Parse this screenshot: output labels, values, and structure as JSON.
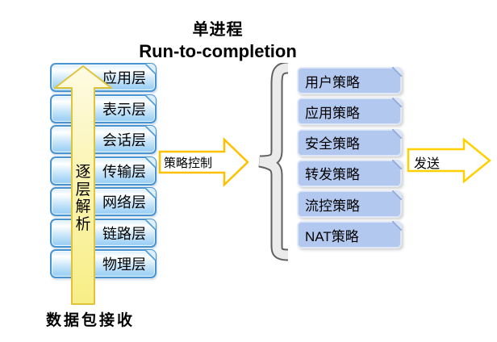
{
  "title": {
    "line1": "单进程",
    "line2": "Run-to-completion"
  },
  "osi_stack": {
    "layers": [
      "应用层",
      "表示层",
      "会话层",
      "传输层",
      "网络层",
      "链路层",
      "物理层"
    ],
    "up_arrow_label": "逐层解析",
    "input_label": "数据包接收"
  },
  "policy_control_arrow": {
    "label": "策略控制"
  },
  "policy_stack": {
    "items": [
      "用户策略",
      "应用策略",
      "安全策略",
      "转发策略",
      "流控策略",
      "NAT策略"
    ]
  },
  "send_arrow": {
    "label": "发送"
  },
  "colors": {
    "layer_box_border": "#4a93d1",
    "layer_box_fill_bottom": "#9dd0f5",
    "policy_box_fill": "#b3c8ef",
    "up_arrow_fill": "#f8ee86",
    "up_arrow_border": "#dfc43a",
    "policy_arrow_border": "#ffc000",
    "send_arrow_border": "#ffd000",
    "brace_fill": "#ebebeb",
    "brace_outline": "#606060",
    "text": "#000000"
  }
}
